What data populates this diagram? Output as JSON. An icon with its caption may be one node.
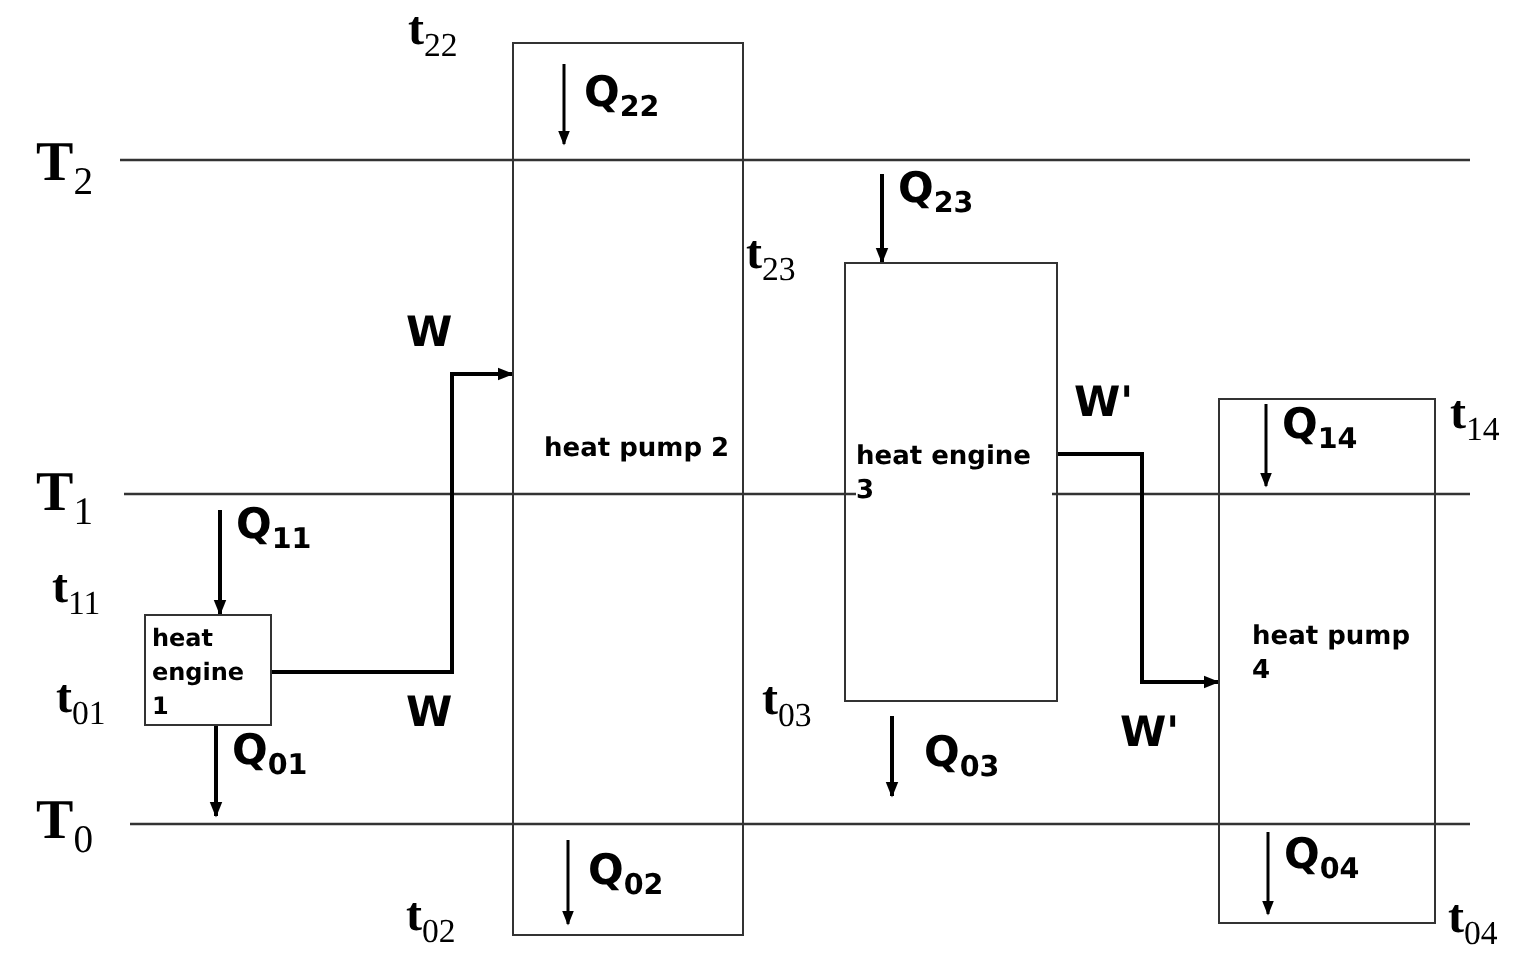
{
  "diagram": {
    "nodes": [
      {
        "text": [
          "heat engine 1"
        ],
        "beside": [
          "t$_{11}$",
          "t$_{01}$"
        ]
      },
      {
        "text": [
          "heat pump 2"
        ],
        "beside": [
          "t$_{22}$",
          "t$_{02}$"
        ]
      },
      {
        "text": [
          "heat engine 3"
        ],
        "beside": [
          "t$_{03}$"
        ]
      },
      {
        "text": [
          "heat pump 4"
        ],
        "beside": [
          "t$_{14}$",
          "t$_{04}$"
        ]
      }
    ],
    "edges": [
      {
        "from": 0,
        "to": 1,
        "arrow": "to"
      },
      {
        "from": 2,
        "to": 3,
        "arrow": "to"
      },
      {
        "from": null,
        "to": 0,
        "arrow": "to",
        "label": "Q$_{11}$"
      },
      {
        "from": 0,
        "to": null,
        "arrow": "to",
        "label": "Q$_{01}$"
      },
      {
        "from": null,
        "to": 2,
        "arrow": "to",
        "label": "Q$_{23}$"
      },
      {
        "from": 2,
        "to": null,
        "arrow": "to",
        "label": "Q$_{03}$"
      }
    ],
    "labels": [
      "t$_{23}$",
      "T$_{2}$",
      "T$_{1}$",
      "T$_{0}$",
      "W",
      "W",
      "W'",
      "W'",
      "Q$_{22}$",
      "Q$_{02}$",
      "Q$_{14}$",
      "Q$_{04}$"
    ]
  }
}
